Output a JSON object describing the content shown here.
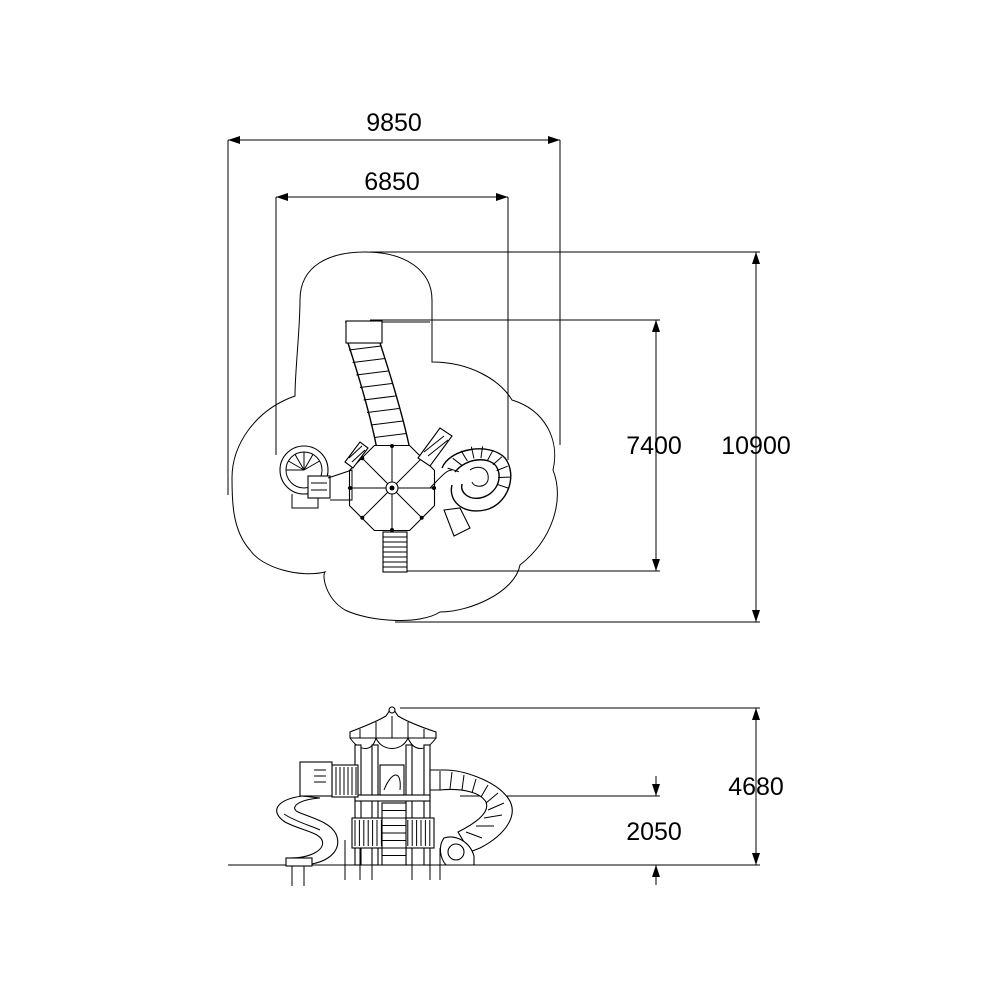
{
  "plan_view": {
    "dimensions": {
      "overall_width": "9850",
      "structure_width": "6850",
      "structure_depth": "7400",
      "overall_depth": "10900"
    }
  },
  "elevation_view": {
    "dimensions": {
      "total_height": "4680",
      "platform_height": "2050"
    }
  }
}
